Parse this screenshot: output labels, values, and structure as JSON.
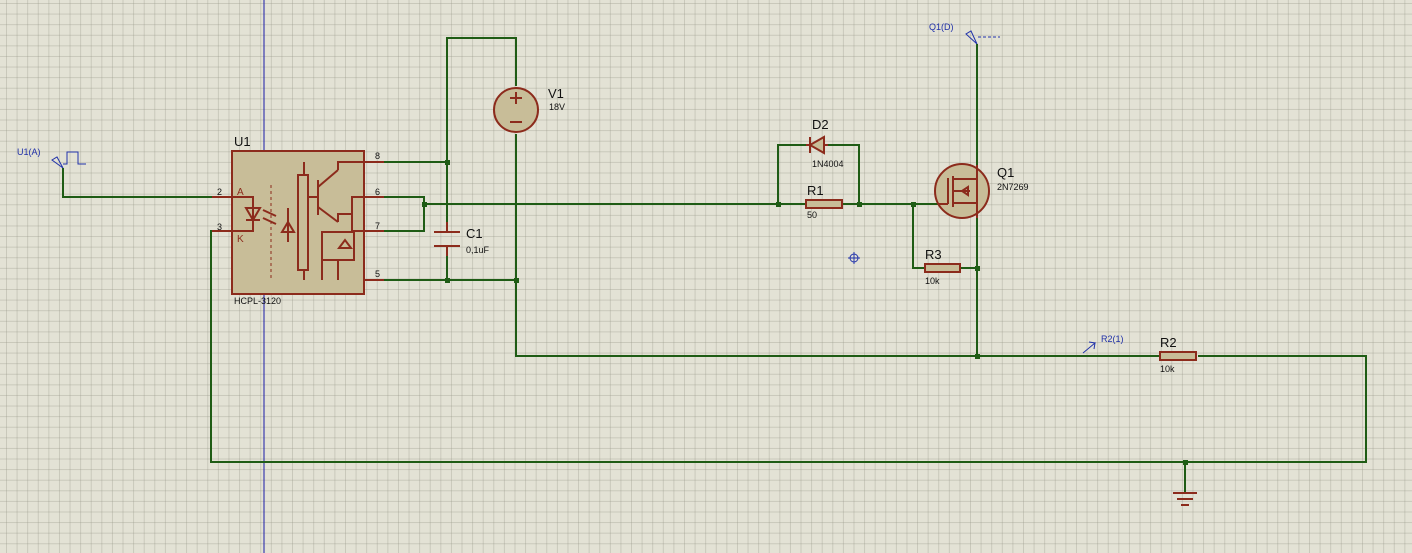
{
  "components": {
    "u1": {
      "name": "U1",
      "part": "HCPL-3120",
      "pins": {
        "a": "2",
        "k": "3",
        "p8": "8",
        "p6": "6",
        "p7": "7",
        "p5": "5"
      },
      "pin_names": {
        "a": "A",
        "k": "K"
      }
    },
    "v1": {
      "name": "V1",
      "value": "18V"
    },
    "c1": {
      "name": "C1",
      "value": "0,1uF"
    },
    "d2": {
      "name": "D2",
      "value": "1N4004"
    },
    "r1": {
      "name": "R1",
      "value": "50"
    },
    "r2": {
      "name": "R2",
      "value": "10k"
    },
    "r3": {
      "name": "R3",
      "value": "10k"
    },
    "q1": {
      "name": "Q1",
      "value": "2N7269"
    }
  },
  "probes": {
    "u1a": "U1(A)",
    "q1d": "Q1(D)",
    "r21": "R2(1)"
  },
  "colors": {
    "background": "#e3e2d5",
    "wire": "#1f5c15",
    "component": "#8c2b1c",
    "component_fill": "#c8bd98",
    "probe": "#1f2fa8",
    "origin_axis": "#1a1aa8"
  }
}
